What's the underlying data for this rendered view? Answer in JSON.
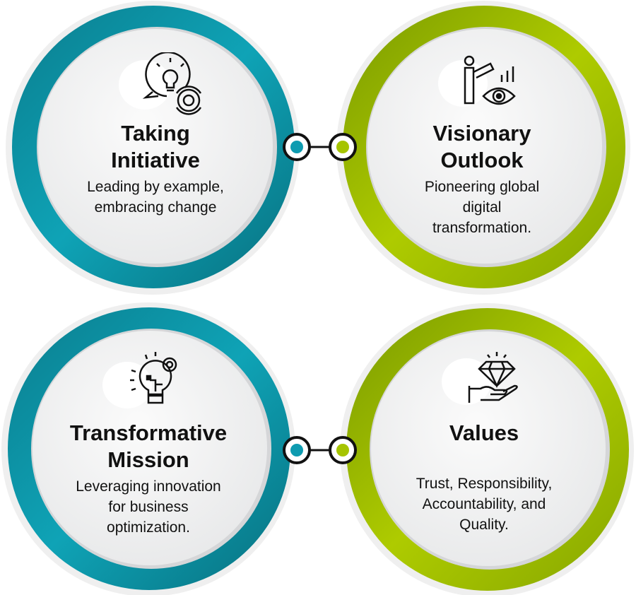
{
  "colors": {
    "teal": "#0e9bb0",
    "green": "#a6c400",
    "ring": "#e9e9ea",
    "inner": "#f3f3f4"
  },
  "items": [
    {
      "title": "Taking Initiative",
      "title_lines": [
        "Taking",
        "Initiative"
      ],
      "description_lines": [
        "Leading by example,",
        "embracing change"
      ],
      "icon": "lightbulb-gear-icon"
    },
    {
      "title": "Visionary Outlook",
      "title_lines": [
        "Visionary",
        "Outlook"
      ],
      "description_lines": [
        "Pioneering global",
        "digital",
        "transformation."
      ],
      "icon": "telescope-vision-icon"
    },
    {
      "title": "Transformative Mission",
      "title_lines": [
        "Transformative",
        "Mission"
      ],
      "description_lines": [
        "Leveraging innovation",
        "for business",
        "optimization."
      ],
      "icon": "digital-bulb-gear-icon"
    },
    {
      "title": "Values",
      "title_lines": [
        "Values"
      ],
      "description_lines": [
        "Trust, Responsibility,",
        "Accountability, and",
        "Quality."
      ],
      "icon": "diamond-hand-icon"
    }
  ]
}
